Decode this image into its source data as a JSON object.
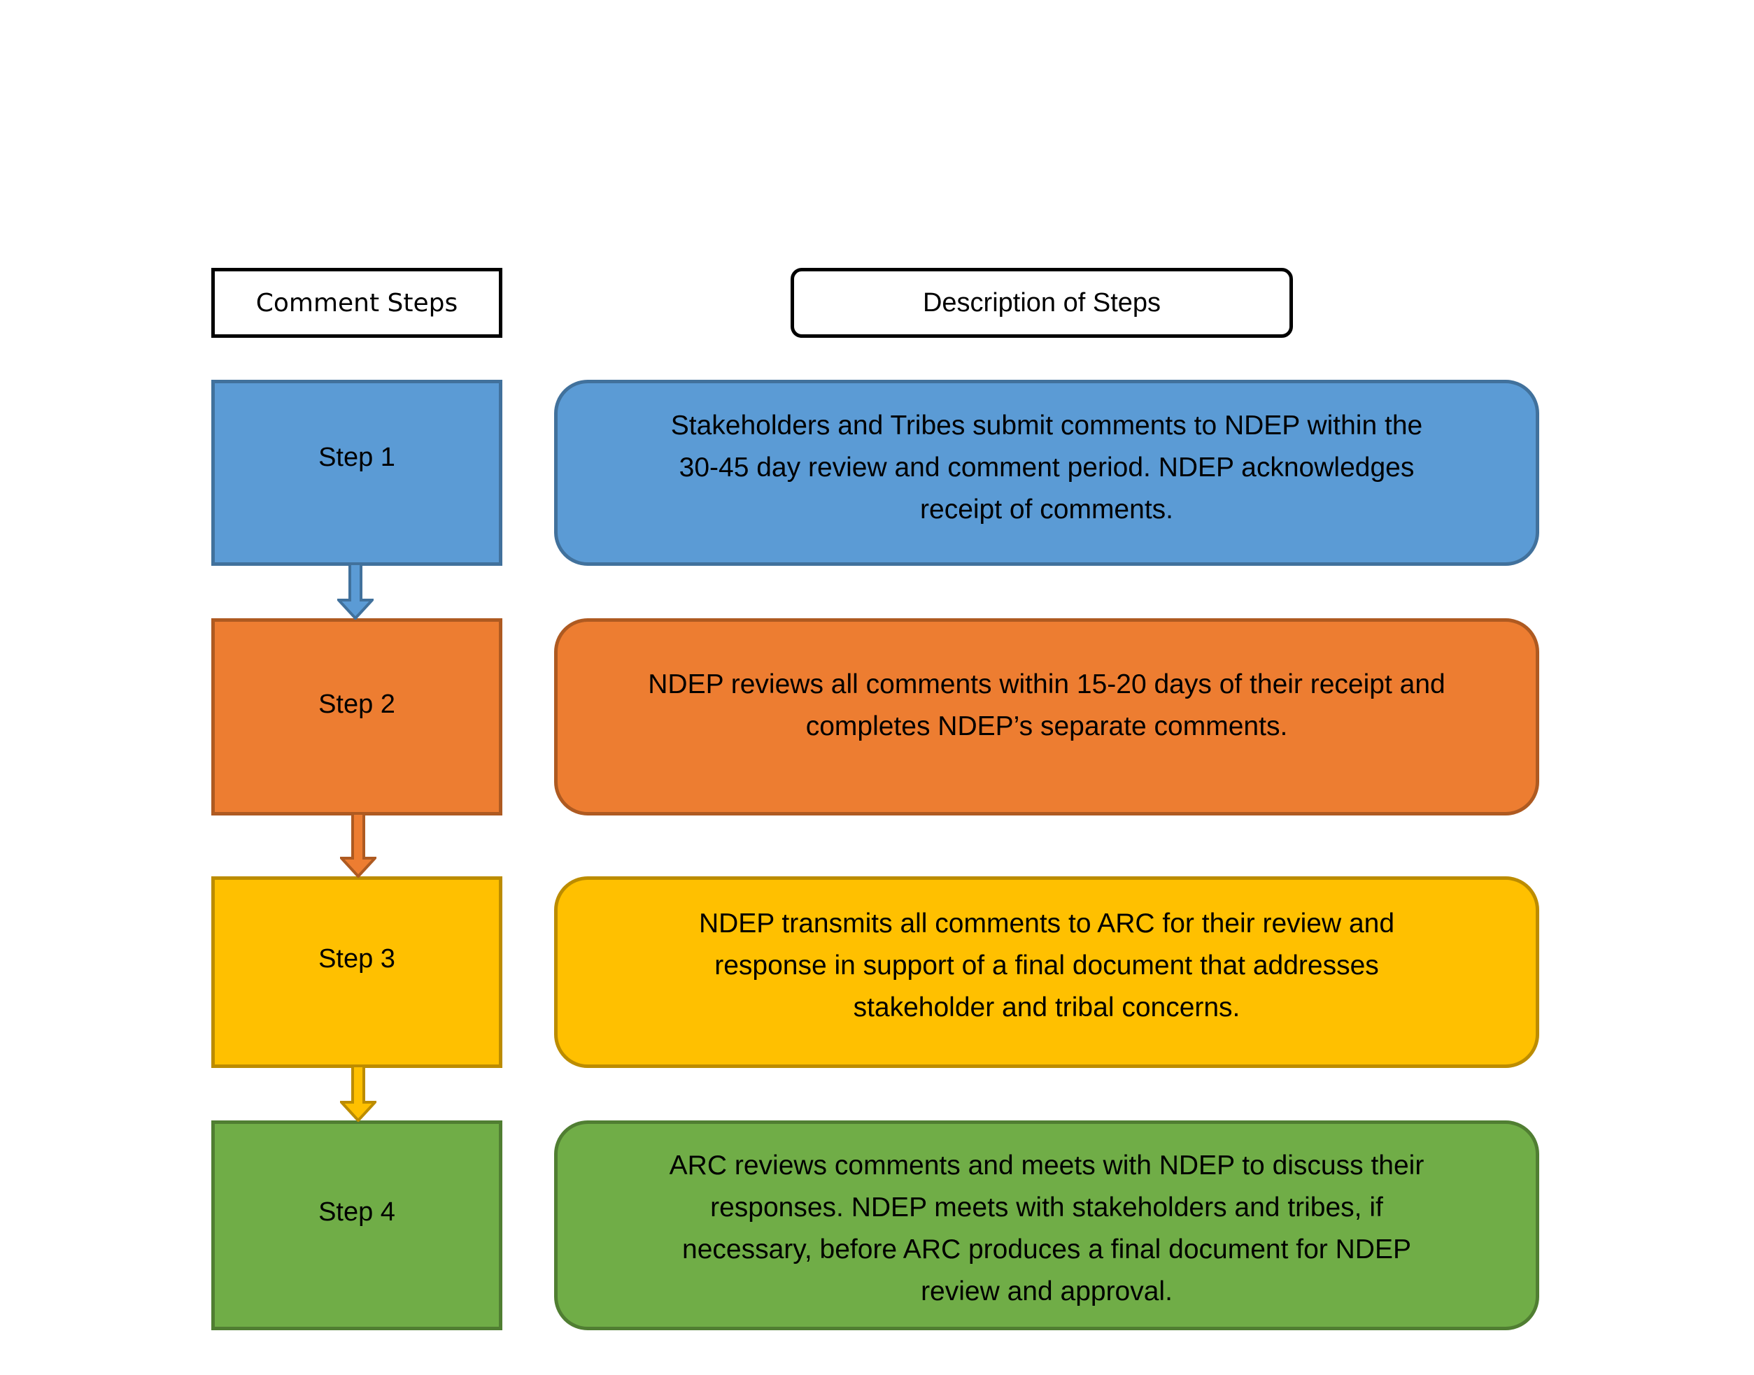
{
  "headers": {
    "steps": "Comment Steps",
    "description": "Description of Steps"
  },
  "steps": [
    {
      "label": "Step 1",
      "description": "Stakeholders and Tribes submit comments to NDEP within the 30-45 day review and comment period. NDEP acknowledges receipt of comments.",
      "lines": [
        "Stakeholders and Tribes submit comments to NDEP within the",
        "30-45 day review and comment period. NDEP acknowledges",
        "receipt of comments."
      ],
      "fill": "#5B9BD5",
      "border": "#41719C"
    },
    {
      "label": "Step 2",
      "description": "NDEP reviews all comments within 15-20 days of their receipt and completes NDEP’s separate comments.",
      "lines": [
        "NDEP reviews all comments within 15-20 days of their receipt and",
        "completes NDEP’s separate comments."
      ],
      "fill": "#ED7D31",
      "border": "#AE5A21"
    },
    {
      "label": "Step 3",
      "description": "NDEP transmits all comments to ARC for their review and response in support of a final document that addresses stakeholder and tribal concerns.",
      "lines": [
        "NDEP transmits all comments to ARC for their review and",
        "response in support of a final document that addresses",
        "stakeholder and tribal concerns."
      ],
      "fill": "#FFC000",
      "border": "#BC8C00"
    },
    {
      "label": "Step 4",
      "description": "ARC reviews comments and meets with NDEP to discuss their responses.  NDEP meets with stakeholders and tribes, if necessary, before ARC produces a final document for NDEP review and approval.",
      "lines": [
        "ARC reviews comments and meets with NDEP to discuss their",
        "responses.  NDEP meets with stakeholders and tribes, if",
        "necessary, before ARC produces a final document for NDEP",
        "review and approval."
      ],
      "fill": "#70AD47",
      "border": "#507E32"
    }
  ]
}
